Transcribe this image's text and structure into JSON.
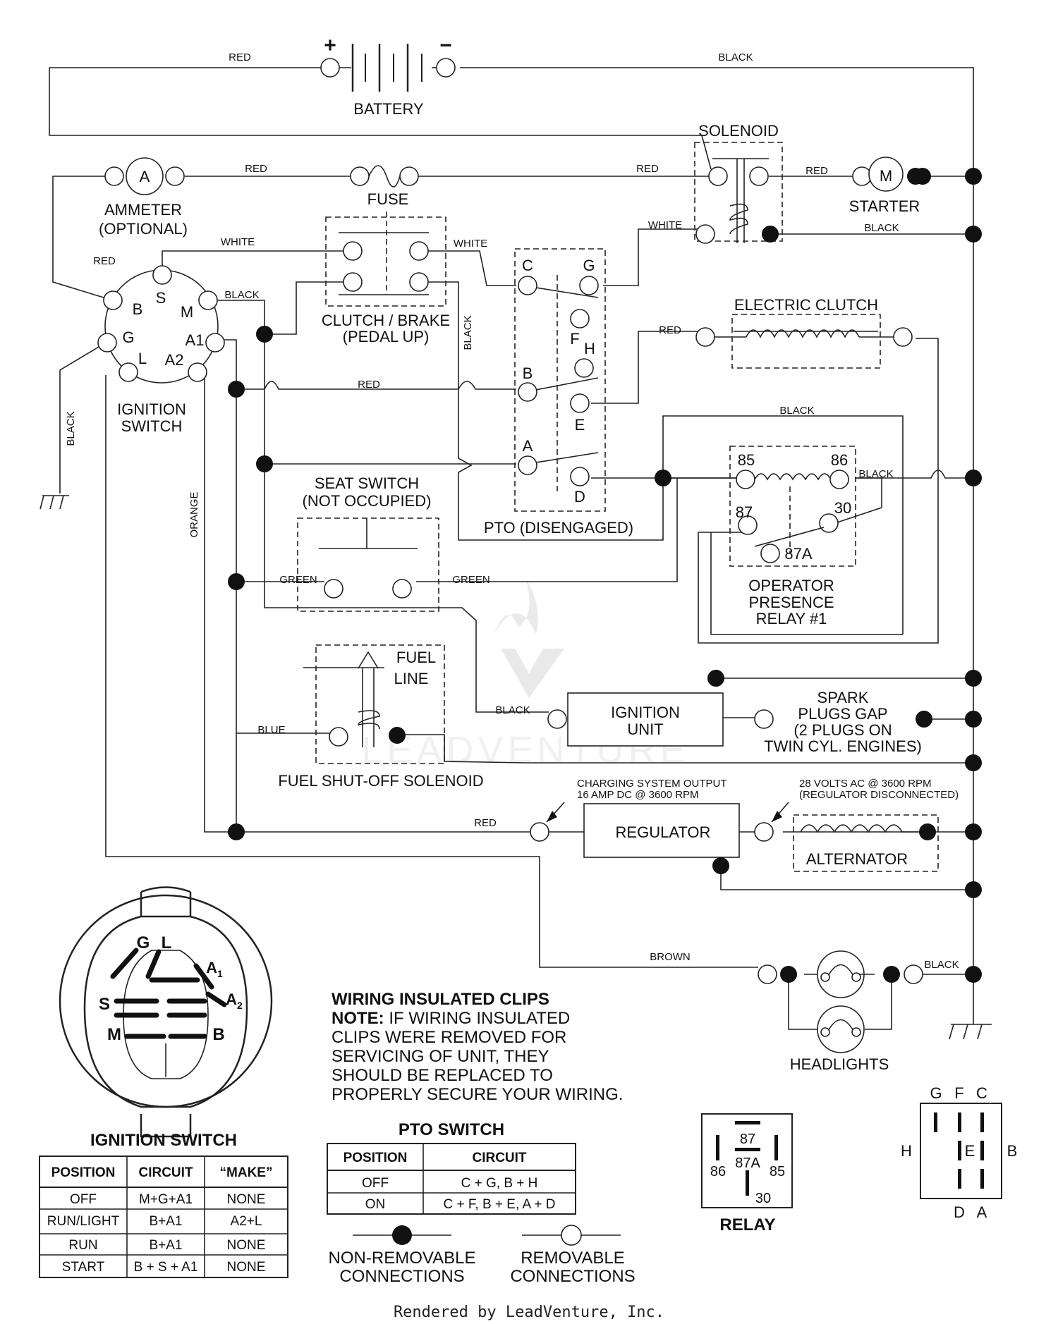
{
  "components": {
    "battery": "BATTERY",
    "battery_plus": "+",
    "battery_minus": "−",
    "ammeter_symbol": "A",
    "ammeter_l1": "AMMETER",
    "ammeter_l2": "(OPTIONAL)",
    "fuse": "FUSE",
    "solenoid": "SOLENOID",
    "starter_symbol": "M",
    "starter": "STARTER",
    "clutch_brake_l1": "CLUTCH / BRAKE",
    "clutch_brake_l2": "(PEDAL UP)",
    "electric_clutch": "ELECTRIC CLUTCH",
    "ignition_switch_l1": "IGNITION",
    "ignition_switch_l2": "SWITCH",
    "seat_switch_l1": "SEAT SWITCH",
    "seat_switch_l2": "(NOT OCCUPIED)",
    "pto": "PTO (DISENGAGED)",
    "relay_l1": "OPERATOR",
    "relay_l2": "PRESENCE",
    "relay_l3": "RELAY #1",
    "fuel_line_l1": "FUEL",
    "fuel_line_l2": "LINE",
    "fuel_solenoid": "FUEL SHUT-OFF SOLENOID",
    "ignition_unit_l1": "IGNITION",
    "ignition_unit_l2": "UNIT",
    "spark_l1": "SPARK",
    "spark_l2": "PLUGS GAP",
    "spark_l3": "(2 PLUGS ON",
    "spark_l4": "TWIN CYL. ENGINES)",
    "charging_l1": "CHARGING SYSTEM OUTPUT",
    "charging_l2": "16 AMP DC @ 3600 RPM",
    "volts_l1": "28 VOLTS AC @ 3600 RPM",
    "volts_l2": "(REGULATOR DISCONNECTED)",
    "regulator": "REGULATOR",
    "alternator": "ALTERNATOR",
    "headlights": "HEADLIGHTS"
  },
  "terminals": {
    "ign_B": "B",
    "ign_S": "S",
    "ign_M": "M",
    "ign_G": "G",
    "ign_L": "L",
    "ign_A1": "A1",
    "ign_A2": "A2",
    "pto_C": "C",
    "pto_G": "G",
    "pto_F": "F",
    "pto_H": "H",
    "pto_B": "B",
    "pto_E": "E",
    "pto_A": "A",
    "pto_D": "D",
    "relay_85": "85",
    "relay_86": "86",
    "relay_87": "87",
    "relay_30": "30",
    "relay_87A": "87A"
  },
  "wires": {
    "red": "RED",
    "black": "BLACK",
    "white": "WHITE",
    "orange": "ORANGE",
    "green": "GREEN",
    "blue": "BLUE",
    "brown": "BROWN"
  },
  "note": {
    "title": "WIRING INSULATED CLIPS",
    "prefix": "NOTE:",
    "line1": " IF WIRING INSULATED",
    "line2": "CLIPS WERE REMOVED FOR",
    "line3": "SERVICING OF UNIT, THEY",
    "line4": "SHOULD BE REPLACED TO",
    "line5": "PROPERLY SECURE YOUR WIRING."
  },
  "ignition_face": {
    "G": "G",
    "L": "L",
    "A1": "A",
    "A1_sub": "1",
    "A2": "A",
    "A2_sub": "2",
    "S": "S",
    "M": "M",
    "B": "B"
  },
  "ignition_table": {
    "title": "IGNITION SWITCH",
    "headers": [
      "POSITION",
      "CIRCUIT",
      "“MAKE”"
    ],
    "rows": [
      [
        "OFF",
        "M+G+A1",
        "NONE"
      ],
      [
        "RUN/LIGHT",
        "B+A1",
        "A2+L"
      ],
      [
        "RUN",
        "B+A1",
        "NONE"
      ],
      [
        "START",
        "B + S + A1",
        "NONE"
      ]
    ]
  },
  "pto_table": {
    "title": "PTO SWITCH",
    "headers": [
      "POSITION",
      "CIRCUIT"
    ],
    "rows": [
      [
        "OFF",
        "C + G, B + H"
      ],
      [
        "ON",
        "C + F, B + E, A + D"
      ]
    ]
  },
  "legend": {
    "nonremovable_l1": "NON-REMOVABLE",
    "nonremovable_l2": "CONNECTIONS",
    "removable_l1": "REMOVABLE",
    "removable_l2": "CONNECTIONS"
  },
  "relay_pinout": {
    "title": "RELAY",
    "p87": "87",
    "p87A": "87A",
    "p86": "86",
    "p85": "85",
    "p30": "30"
  },
  "pto_pinout": {
    "G": "G",
    "F": "F",
    "C": "C",
    "H": "H",
    "E": "E",
    "B": "B",
    "D": "D",
    "A": "A"
  },
  "watermark": "LEADVENTURE",
  "footer": "Rendered by LeadVenture, Inc."
}
